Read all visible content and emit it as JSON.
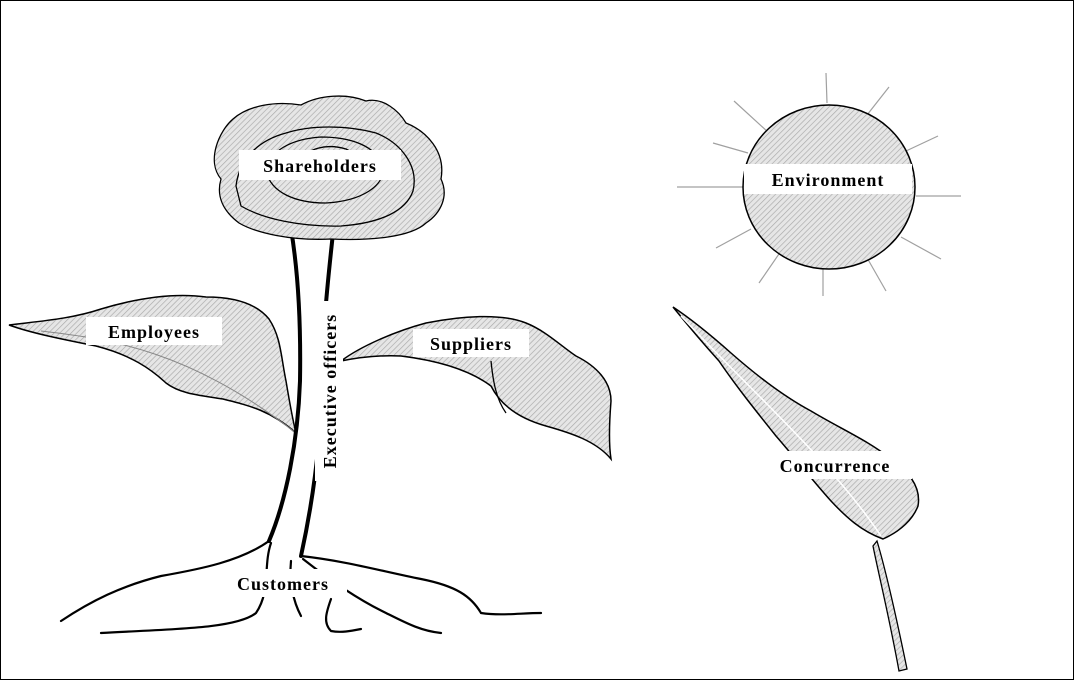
{
  "labels": {
    "shareholders": "Shareholders",
    "environment": "Environment",
    "employees": "Employees",
    "suppliers": "Suppliers",
    "executive_officers": "Executive officers",
    "concurrence": "Concurrence",
    "customers": "Customers"
  },
  "colors": {
    "fill": "#d4d4d4",
    "hatch": "#b8b8b8",
    "stroke": "#000000",
    "rays": "#a0a0a0"
  }
}
